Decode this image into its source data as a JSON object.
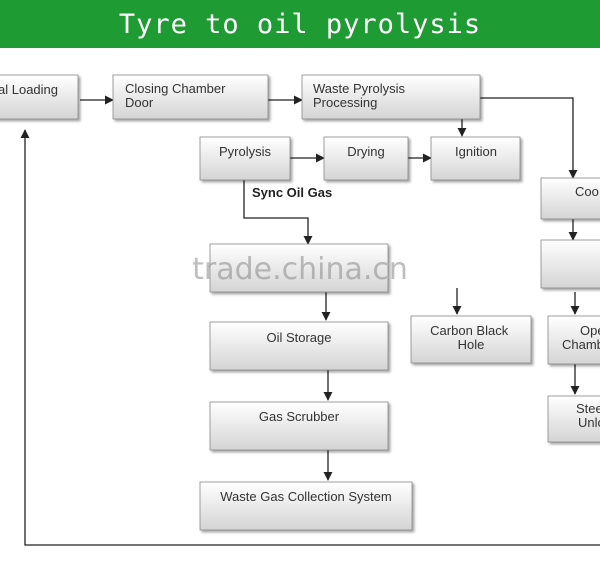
{
  "title": "Tyre to oil pyrolysis",
  "watermark": "trade.china.cn",
  "colors": {
    "banner": "#1e9b32",
    "box_top": "#ffffff",
    "box_bottom": "#d4d4d4",
    "line": "#222222"
  },
  "nodes": {
    "material_loading": [
      "al Loading"
    ],
    "closing_chamber_door": [
      "Closing Chamber",
      "Door"
    ],
    "waste_pyrolysis_processing": [
      "Waste Pyrolysis",
      "Processing"
    ],
    "pyrolysis": [
      "Pyrolysis"
    ],
    "drying": [
      "Drying"
    ],
    "ignition": [
      "Ignition"
    ],
    "cooling": [
      "Coo"
    ],
    "condenser": [
      ""
    ],
    "oil_storage": [
      "Oil Storage"
    ],
    "gas_scrubber": [
      "Gas Scrubber"
    ],
    "waste_gas_collection": [
      "Waste Gas Collection System"
    ],
    "carbon_black_hole": [
      "Carbon Black",
      "Hole"
    ],
    "open_chamber": [
      "Ope",
      "Chamb"
    ],
    "steel_unloading": [
      "Stee",
      "Unlo"
    ]
  },
  "edge_labels": {
    "sync_oil_gas": "Sync Oil Gas"
  }
}
